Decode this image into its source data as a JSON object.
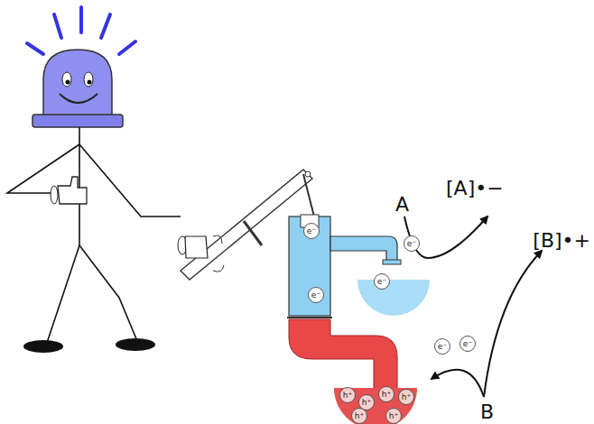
{
  "diagram": {
    "nodes": [
      {
        "text": [
          "e⁻"
        ]
      },
      {
        "text": [
          "e⁻"
        ]
      },
      {
        "text": [
          "e⁻"
        ]
      },
      {
        "text": [
          "e⁻"
        ]
      },
      {
        "text": [
          "e⁻"
        ]
      },
      {
        "text": [
          "e⁻"
        ]
      },
      {
        "text": [
          "h⁺"
        ]
      },
      {
        "text": [
          "h⁺"
        ]
      },
      {
        "text": [
          "h⁺"
        ]
      },
      {
        "text": [
          "h⁺"
        ]
      },
      {
        "text": [
          "h⁺"
        ]
      },
      {
        "text": [
          "h⁺"
        ]
      }
    ],
    "labels": [
      "A",
      "[A]•−",
      "B",
      "[B]•+"
    ]
  }
}
